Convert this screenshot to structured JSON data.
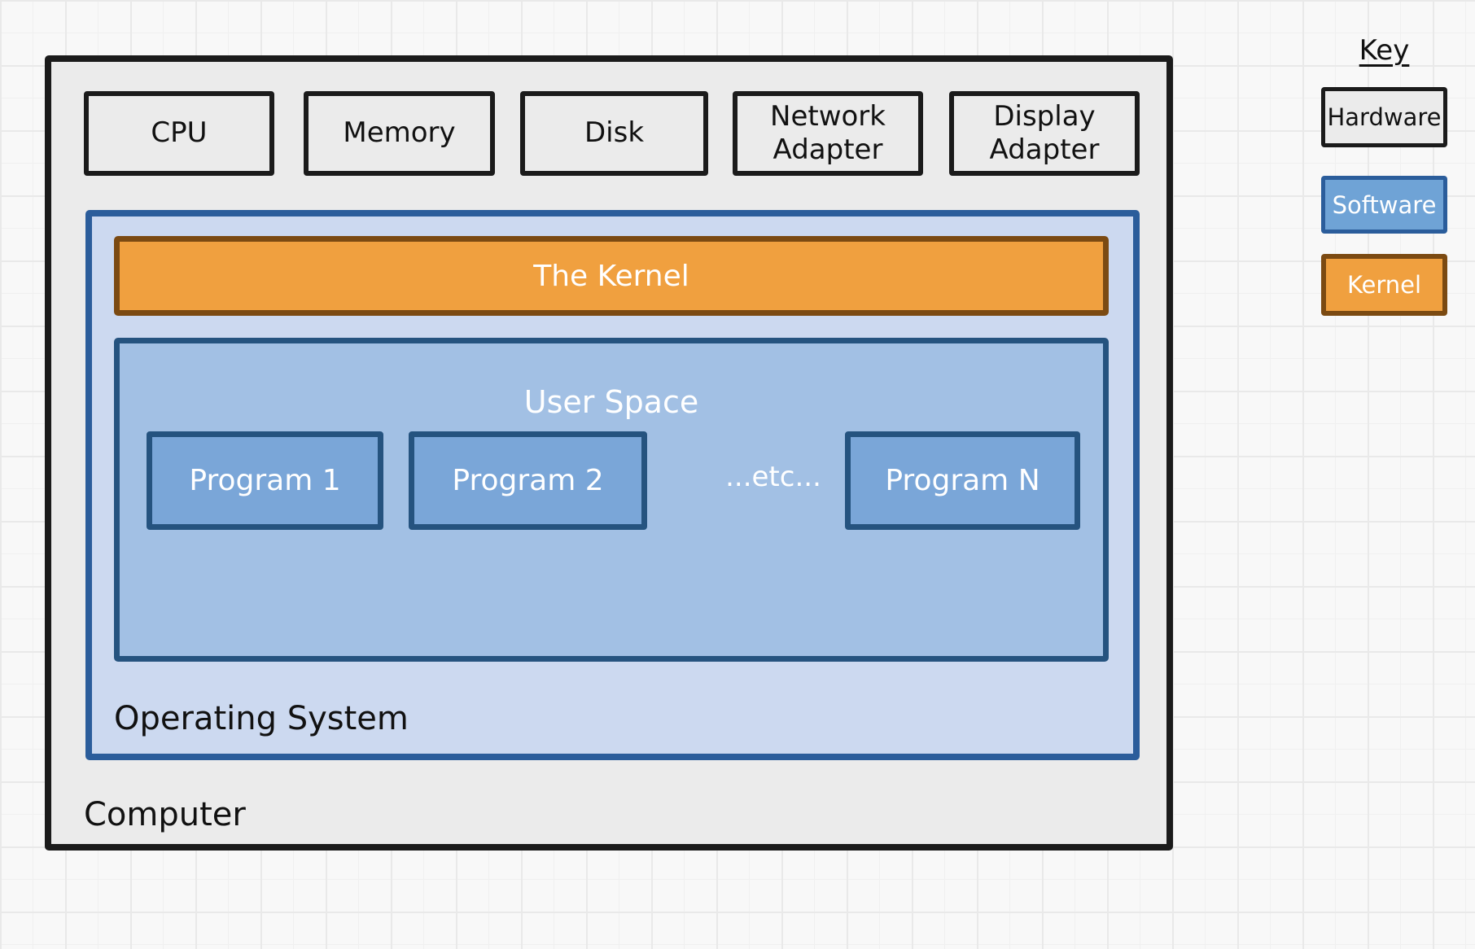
{
  "computer": {
    "label": "Computer",
    "hardware": [
      "CPU",
      "Memory",
      "Disk",
      "Network Adapter",
      "Display Adapter"
    ],
    "os": {
      "label": "Operating System",
      "kernel_label": "The Kernel",
      "user_space": {
        "label": "User Space",
        "programs": [
          "Program 1",
          "Program 2",
          "Program N"
        ],
        "ellipsis": "...etc..."
      }
    }
  },
  "key": {
    "title": "Key",
    "items": [
      {
        "label": "Hardware"
      },
      {
        "label": "Software"
      },
      {
        "label": "Kernel"
      }
    ]
  },
  "colors": {
    "canvas_background": "#f8f8f8",
    "grid_line": "#e9e9e9",
    "hardware_fill": "#ebebeb",
    "hardware_border": "#1b1b1b",
    "os_fill": "#ccd9f0",
    "os_border": "#2b5d9b",
    "user_space_fill": "#a2c0e4",
    "program_fill": "#7aa6d8",
    "software_border": "#25537f",
    "key_software_fill": "#6fa3d6",
    "kernel_fill": "#f0a03f",
    "kernel_border": "#7b4a12",
    "text_dark": "#111111",
    "text_light": "#ffffff"
  }
}
